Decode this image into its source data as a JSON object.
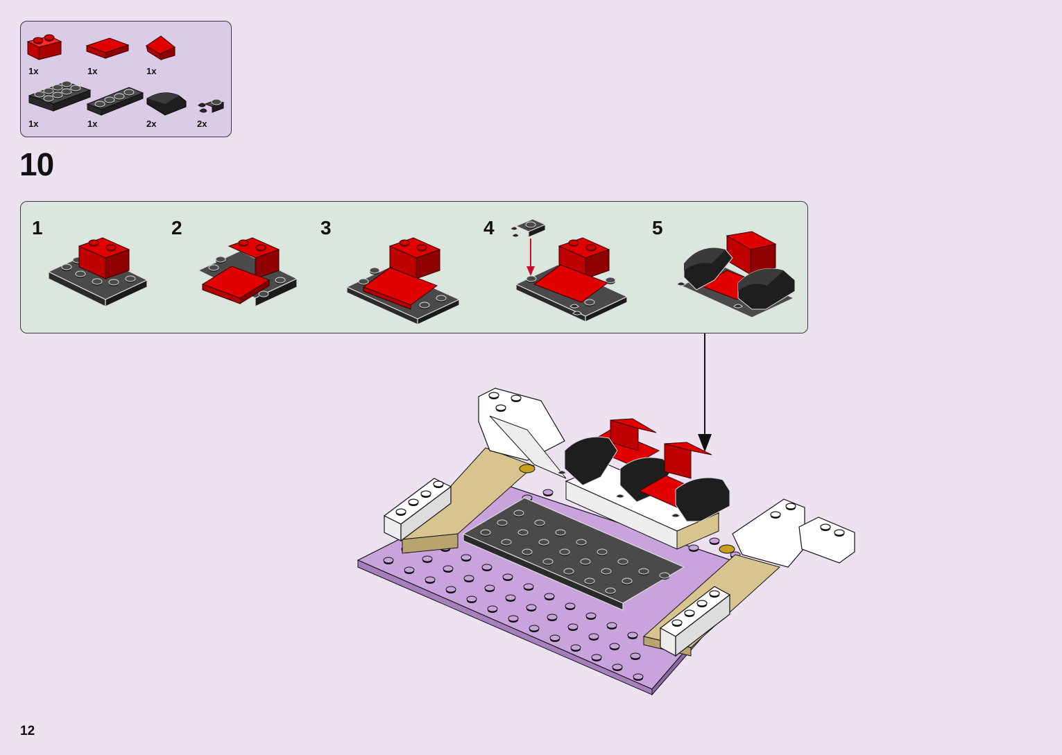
{
  "step": {
    "number": "10"
  },
  "page": {
    "number": "12"
  },
  "parts": [
    {
      "qty": "1x",
      "icon": "red-brick-1x2-icon"
    },
    {
      "qty": "1x",
      "icon": "red-plate-2x2-icon"
    },
    {
      "qty": "1x",
      "icon": "red-slope-icon"
    },
    {
      "qty": "1x",
      "icon": "dark-gray-plate-2x4-icon"
    },
    {
      "qty": "1x",
      "icon": "dark-gray-plate-1x4-icon"
    },
    {
      "qty": "2x",
      "icon": "black-curved-slope-icon"
    },
    {
      "qty": "2x",
      "icon": "dark-gray-clip-plate-icon"
    }
  ],
  "substeps": [
    {
      "label": "1"
    },
    {
      "label": "2"
    },
    {
      "label": "3"
    },
    {
      "label": "4"
    },
    {
      "label": "5"
    }
  ],
  "colors": {
    "page_background": "#ece2f2",
    "parts_box": "#dccbe6",
    "substep_box": "#dbe6dc",
    "red": "#d40000",
    "dark_gray": "#4a4a4a",
    "lavender": "#c9a3dc",
    "tan": "#d8c48e",
    "white": "#ffffff"
  }
}
